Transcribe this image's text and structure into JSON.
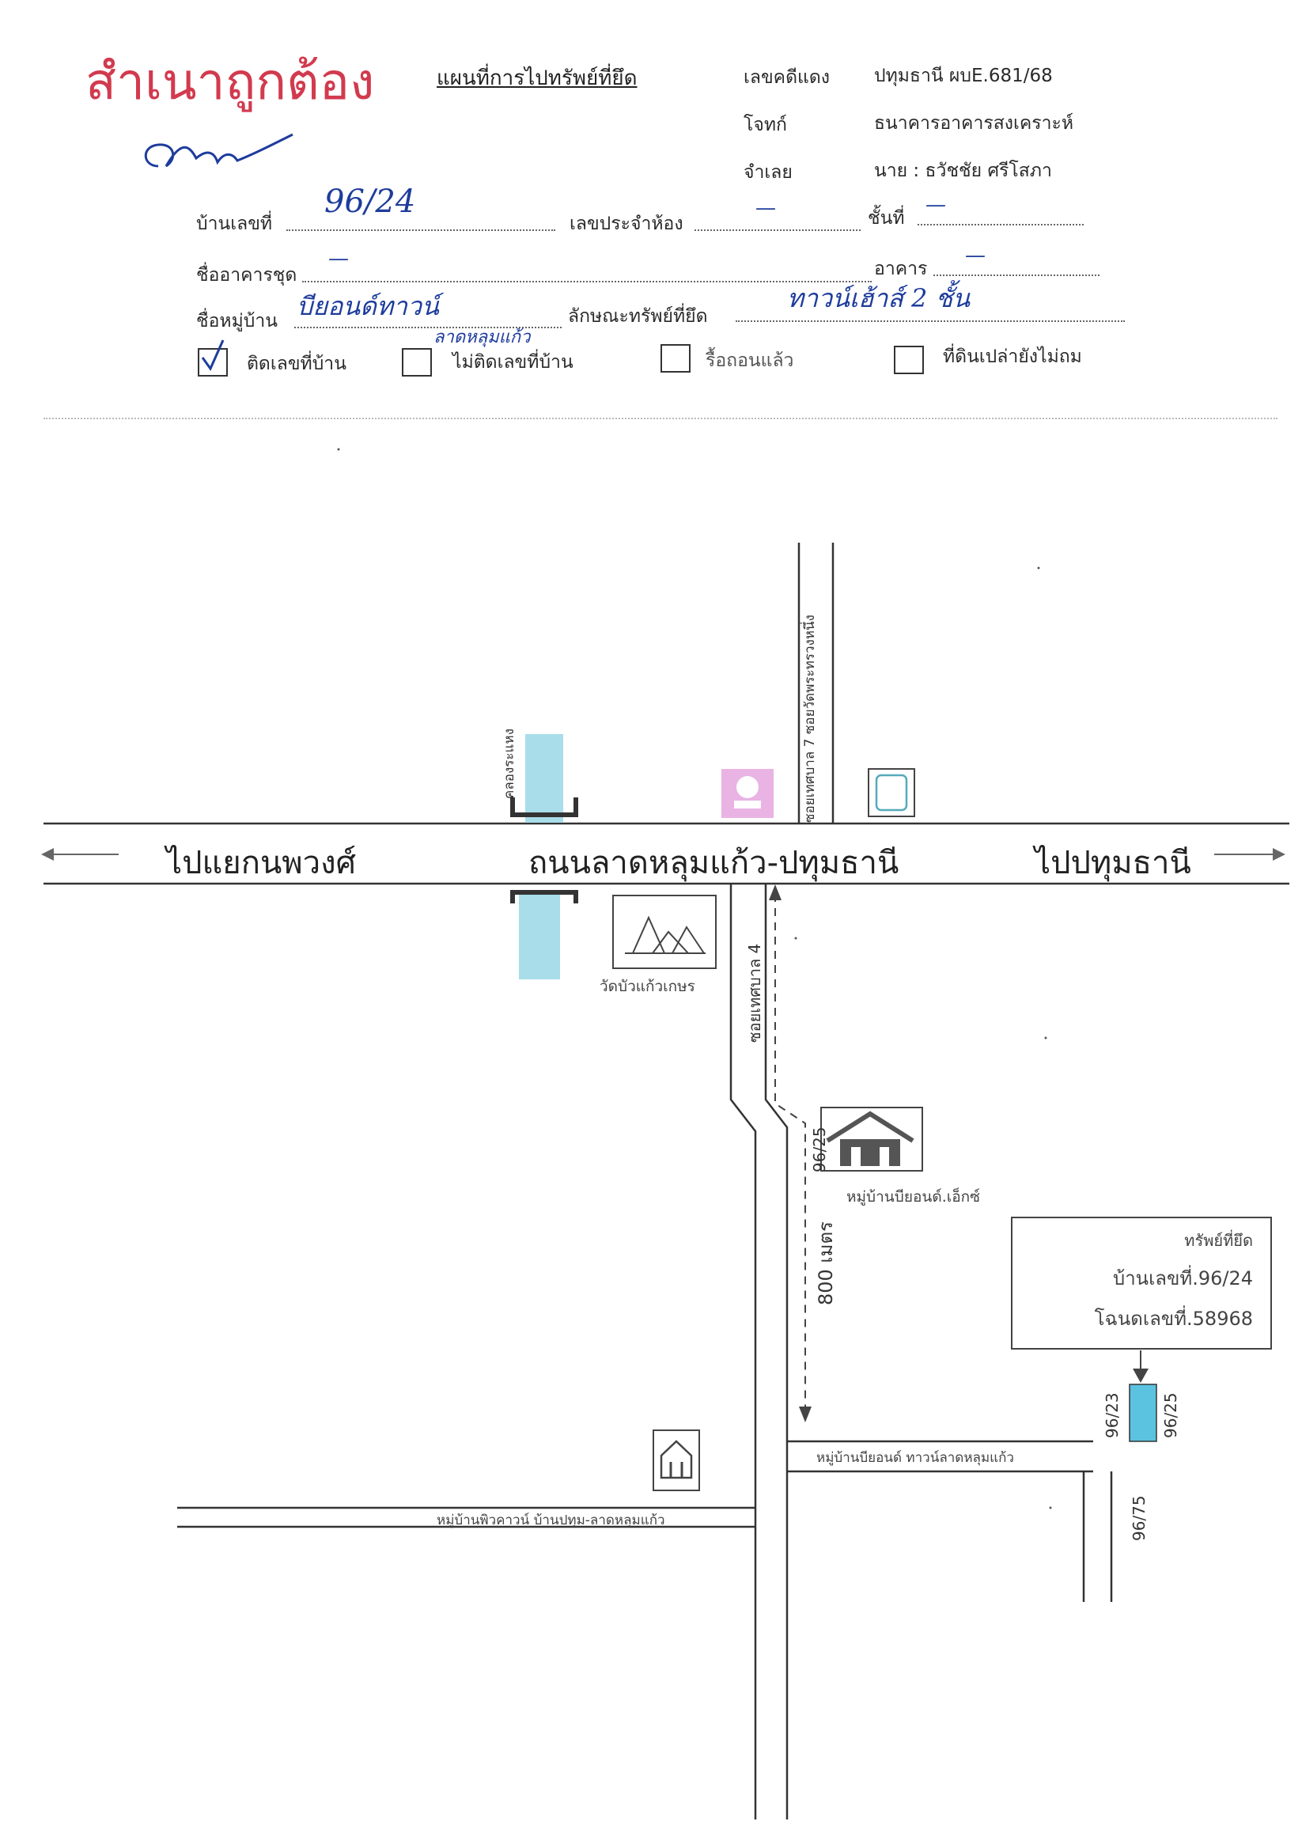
{
  "stamp": {
    "text": "สำเนาถูกต้อง",
    "signature": "signature"
  },
  "header": {
    "title": "แผนที่การไปทรัพย์ที่ยึด",
    "case_label": "เลขคดีแดง",
    "case_value": "ปทุมธานี ผบE.681/68",
    "plaintiff_label": "โจทก์",
    "plaintiff_value": "ธนาคารอาคารสงเคราะห์",
    "defendant_label": "จำเลย",
    "defendant_value": "นาย : ธวัชชัย ศรีโสภา"
  },
  "form": {
    "house_no_label": "บ้านเลขที่",
    "house_no_value": "96/24",
    "room_no_label": "เลขประจำห้อง",
    "room_no_value": "—",
    "floor_label": "ชั้นที่",
    "floor_value": "—",
    "condo_label": "ชื่ออาคารชุด",
    "condo_value": "—",
    "building_label": "อาคาร",
    "building_value": "—",
    "village_label": "ชื่อหมู่บ้าน",
    "village_value": "บียอนด์ทาวน์",
    "village_note": "ลาดหลุมแก้ว",
    "property_type_label": "ลักษณะทรัพย์ที่ยึด",
    "property_type_value": "ทาวน์เฮ้าส์ 2 ชั้น",
    "checkboxes": [
      {
        "label": "ติดเลขที่บ้าน",
        "checked": true
      },
      {
        "label": "ไม่ติดเลขที่บ้าน",
        "checked": false
      },
      {
        "label": "รื้อถอนแล้ว",
        "checked": false
      },
      {
        "label": "ที่ดินเปล่ายังไม่ถม",
        "checked": false
      }
    ]
  },
  "map": {
    "main_road": "ถนนลาดหลุมแก้ว-ปทุมธานี",
    "left_dir": "ไปแยกนพวงศ์",
    "right_dir": "ไปปทุมธานี",
    "canal": "คลองระแหง",
    "soi_top": "ซอยเทศบาล 7 ซอยวัดพระทรวงหนึ่ง",
    "soi_main": "ซอยเทศบาล 4",
    "temple": "วัดบัวแก้วเกษร",
    "distance": "800 เมตร",
    "village_house": "96/25",
    "village_name": "หมู่บ้านบียอนด์.เอ็กซ์",
    "branch_road": "หมู่บ้านบียอนด์ ทาวน์ลาดหลุมแก้ว",
    "left_road": "หมู่บ้านพิวคาวน์ บ้านปทุม-ลาดหลุมแก้ว",
    "property_box": {
      "line1": "ทรัพย์ที่ยึด",
      "line2": "บ้านเลขที่.96/24",
      "line3": "โฉนดเลขที่.58968"
    },
    "neighbor_left": "96/23",
    "neighbor_right": "96/25",
    "neighbor_below": "96/75"
  },
  "colors": {
    "water": "#a8dde9",
    "stamp": "#d23a4e",
    "handwriting": "#1e3c9c",
    "target": "#5bc3e0",
    "school": "#e9b3e4"
  }
}
